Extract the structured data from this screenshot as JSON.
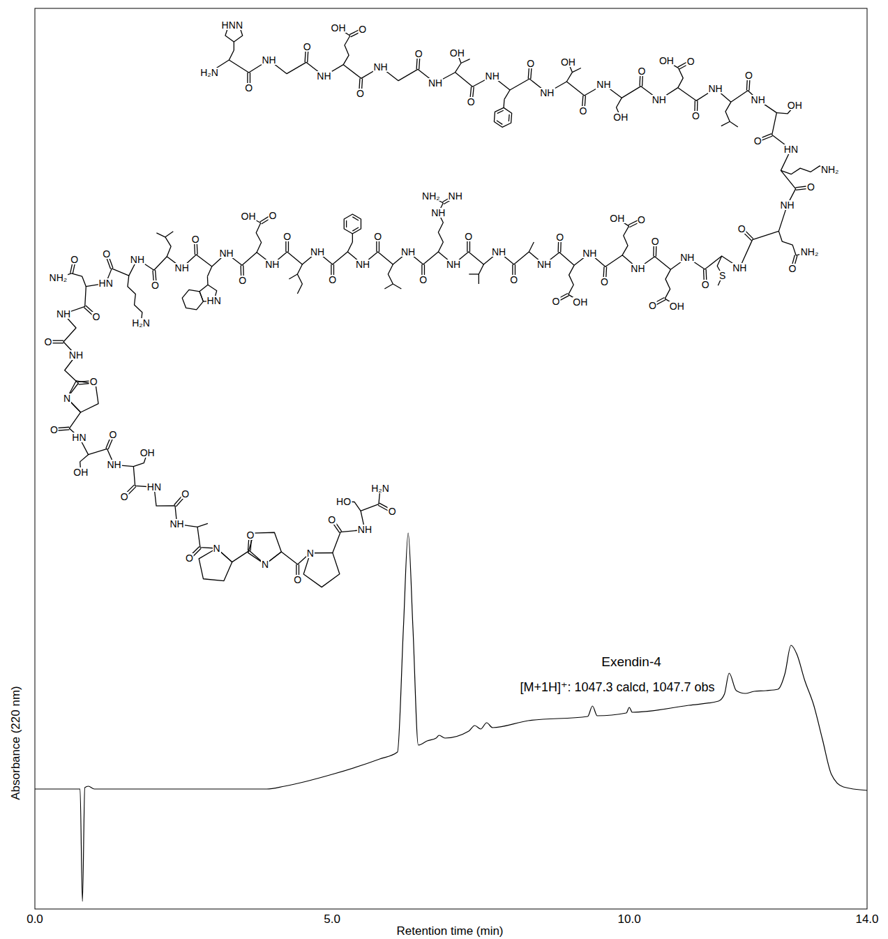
{
  "diagram": {
    "labels": [
      "H₂N",
      "HN",
      "N",
      "O",
      "NH",
      "O",
      "NH",
      "O",
      "OH",
      "O",
      "NH",
      "O",
      "NH",
      "OH",
      "O",
      "NH",
      "O",
      "NH",
      "OH",
      "O",
      "NH",
      "OH",
      "O",
      "NH",
      "O",
      "OH",
      "O",
      "NH",
      "O",
      "NH",
      "OH",
      "O",
      "HN",
      "NH₂",
      "O",
      "NH",
      "O",
      "NH₂",
      "O",
      "NH",
      "S",
      "O",
      "NH",
      "O",
      "OH",
      "O",
      "NH",
      "O",
      "OH",
      "O",
      "NH",
      "O",
      "OH",
      "O",
      "NH",
      "O",
      "NH",
      "O",
      "NH",
      "NH",
      "NH",
      "NH₂",
      "O",
      "NH",
      "O",
      "NH",
      "O",
      "NH",
      "O",
      "NH",
      "O",
      "OH",
      "O",
      "NH",
      "HN",
      "O",
      "NH",
      "O",
      "NH",
      "H₂N",
      "O",
      "HN",
      "O",
      "NH₂",
      "O",
      "NH",
      "O",
      "NH",
      "O",
      "N",
      "O",
      "HN",
      "OH",
      "O",
      "NH",
      "OH",
      "O",
      "HN",
      "O",
      "NH",
      "O",
      "N",
      "O",
      "N",
      "O",
      "N",
      "O",
      "NH",
      "HO",
      "O",
      "H₂N",
      "Exendin-4",
      "[M+1H]⁺: 1047.3 calcd, 1047.7 obs",
      "0.0",
      "5.0",
      "10.0",
      "14.0",
      "Retention time (min)",
      "Absorbance (220 nm)"
    ]
  }
}
